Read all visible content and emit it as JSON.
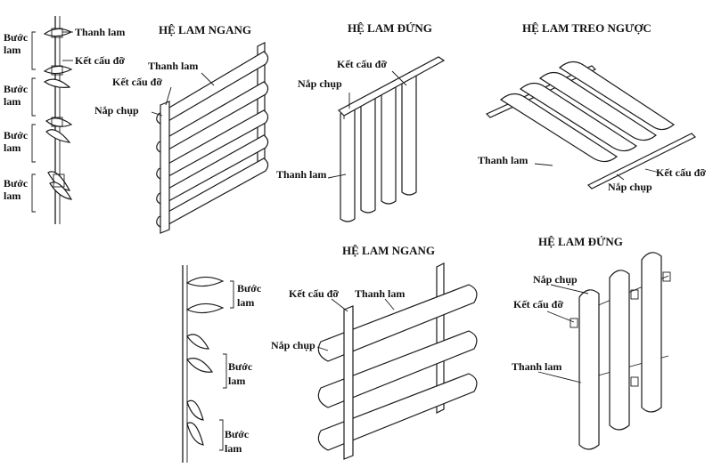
{
  "titles": {
    "horizontal_top": "HỆ LAM NGANG",
    "vertical_top": "HỆ LAM ĐỨNG",
    "inverted": "HỆ LAM TREO NGƯỢC",
    "horizontal_bottom": "HỆ LAM NGANG",
    "vertical_bottom": "HỆ LAM ĐỨNG"
  },
  "labels": {
    "thanh_lam": "Thanh lam",
    "ket_cau_do": "Kết cấu đỡ",
    "nap_chup": "Nắp chụp",
    "buoc": "Bước",
    "lam": "lam"
  }
}
